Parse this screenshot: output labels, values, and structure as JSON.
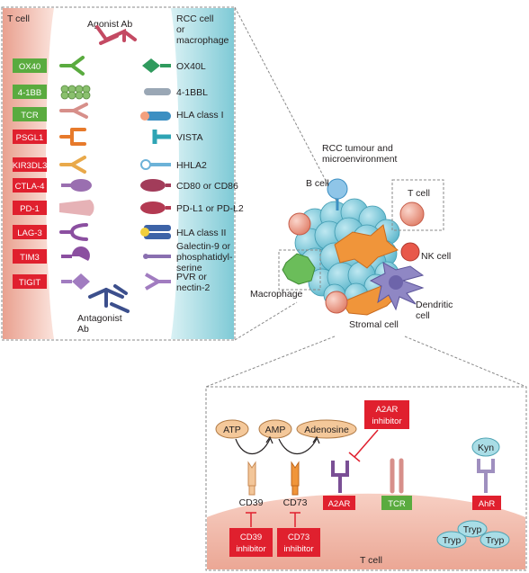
{
  "left_panel": {
    "t_cell_label": "T cell",
    "agonist_label": "Agonist Ab",
    "antagonist_label": [
      "Antagonist",
      "Ab"
    ],
    "rcc_label": [
      "RCC cell",
      "or",
      "macrophage"
    ],
    "receptors": [
      {
        "label": "OX40",
        "color": "#5aab3f"
      },
      {
        "label": "4-1BB",
        "color": "#5aab3f"
      },
      {
        "label": "TCR",
        "color": "#5aab3f"
      },
      {
        "label": "PSGL1",
        "color": "#e0202e"
      },
      {
        "label": "KIR3DL3",
        "color": "#e0202e"
      },
      {
        "label": "CTLA-4",
        "color": "#e0202e"
      },
      {
        "label": "PD-1",
        "color": "#e0202e"
      },
      {
        "label": "LAG-3",
        "color": "#e0202e"
      },
      {
        "label": "TIM3",
        "color": "#e0202e"
      },
      {
        "label": "TIGIT",
        "color": "#e0202e"
      }
    ],
    "ligands": [
      {
        "lines": [
          "OX40L"
        ]
      },
      {
        "lines": [
          "4-1BBL"
        ]
      },
      {
        "lines": [
          "HLA class I"
        ]
      },
      {
        "lines": [
          "VISTA"
        ]
      },
      {
        "lines": [
          "HHLA2"
        ]
      },
      {
        "lines": [
          "CD80 or CD86"
        ]
      },
      {
        "lines": [
          "PD-L1 or PD-L2"
        ]
      },
      {
        "lines": [
          "HLA class II"
        ]
      },
      {
        "lines": [
          "Galectin-9 or",
          "phosphatidyl-",
          "serine"
        ]
      },
      {
        "lines": [
          "PVR or",
          "nectin-2"
        ]
      }
    ]
  },
  "tumour": {
    "title": [
      "RCC tumour and",
      "microenvironment"
    ],
    "b_cell": "B cell",
    "t_cell": "T cell",
    "nk_cell": "NK cell",
    "macrophage": "Macrophage",
    "dendritic": [
      "Dendritic",
      "cell"
    ],
    "stromal": "Stromal cell"
  },
  "bottom_panel": {
    "atp": "ATP",
    "amp": "AMP",
    "adenosine": "Adenosine",
    "a2ar_inhibitor": [
      "A2AR",
      "inhibitor"
    ],
    "cd39": "CD39",
    "cd73": "CD73",
    "a2ar": "A2AR",
    "tcr": "TCR",
    "ahr": "AhR",
    "kyn": "Kyn",
    "tryp": "Tryp",
    "cd39_inhibitor": [
      "CD39",
      "inhibitor"
    ],
    "cd73_inhibitor": [
      "CD73",
      "inhibitor"
    ],
    "t_cell": "T cell"
  },
  "colors": {
    "inhibitory": "#e0202e",
    "stimulatory": "#5aab3f",
    "t_cell_membrane": "#f3c6b9",
    "rcc_membrane": "#a9dde6"
  }
}
